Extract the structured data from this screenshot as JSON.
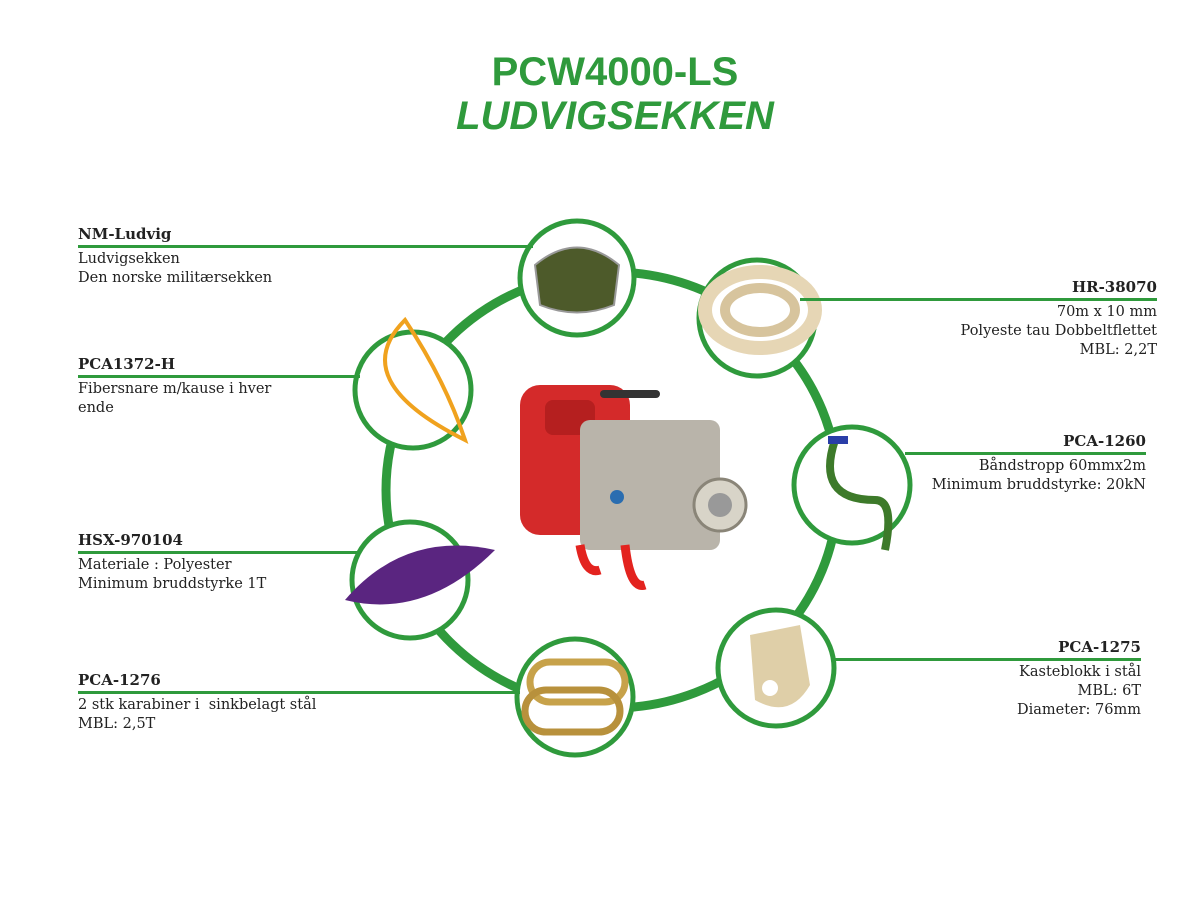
{
  "title": {
    "line1": "PCW4000-LS",
    "line2": "LUDVIGSEKKEN"
  },
  "accent": "#2f9a3c",
  "items": [
    {
      "code": "NM-Ludvig",
      "lines": [
        "Ludvigsekken",
        "Den norske militærsekken"
      ]
    },
    {
      "code": "PCA1372-H",
      "lines": [
        "Fibersnare m/kause i hver",
        "ende"
      ]
    },
    {
      "code": "HSX-970104",
      "lines": [
        "Materiale : Polyester",
        "Minimum bruddstyrke 1T"
      ]
    },
    {
      "code": "PCA-1276",
      "lines": [
        "2 stk karabiner i  sinkbelagt stål",
        "MBL: 2,5T"
      ]
    },
    {
      "code": "HR-38070",
      "lines": [
        "70m x 10 mm",
        "Polyeste tau Dobbeltflettet",
        "MBL: 2,2T"
      ]
    },
    {
      "code": "PCA-1260",
      "lines": [
        "Båndstropp 60mmx2m",
        "Minimum bruddstyrke: 20kN"
      ]
    },
    {
      "code": "PCA-1275",
      "lines": [
        "Kasteblokk i stål",
        "MBL: 6T",
        "Diameter: 76mm"
      ]
    }
  ]
}
